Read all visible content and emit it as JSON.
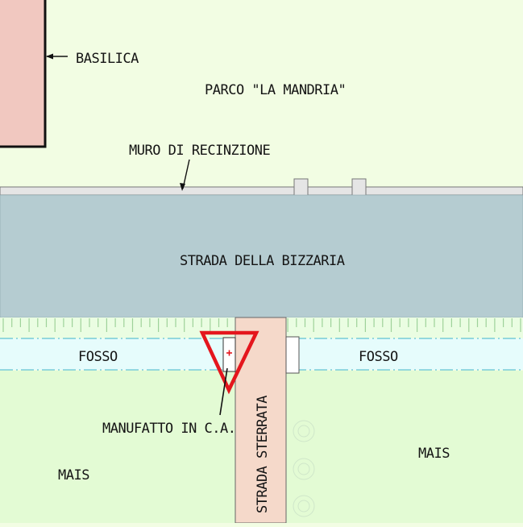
{
  "labels": {
    "basilica": "BASILICA",
    "parco": "PARCO \"LA MANDRIA\"",
    "muro": "MURO DI RECINZIONE",
    "strada_bizzaria": "STRADA DELLA BIZZARIA",
    "fosso_left": "FOSSO",
    "fosso_right": "FOSSO",
    "manufatto": "MANUFATTO IN C.A.",
    "strada_sterrata": "STRADA STERRATA",
    "mais_left": "MAIS",
    "mais_right": "MAIS"
  },
  "colors": {
    "park": "#f2fde3",
    "basilica": "#f1c8c0",
    "wall": "#e5e5e5",
    "road": "#b5ccd1",
    "verge": "#eafde2",
    "ditch": "#e6fcfc",
    "field": "#e3fbd4",
    "dirt_road": "#f5d9ca",
    "marker": "#e4161d",
    "ditch_line": "#5fc3d3",
    "tick": "#9ed29a"
  }
}
